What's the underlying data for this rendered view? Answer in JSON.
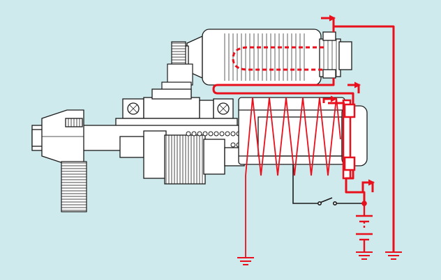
{
  "diagram": {
    "subject": "starter-motor-circuit",
    "colors": {
      "background": "#cfeaec",
      "part_fill": "#ffffff",
      "outline": "#1a1a1a",
      "current": "#e8101c"
    },
    "parts": [
      "motor",
      "solenoid",
      "pull-in-coil",
      "hold-in-coil",
      "plunger",
      "drive-gear",
      "pinion-gear",
      "one-way-clutch",
      "ignition-switch",
      "battery",
      "ground"
    ]
  }
}
